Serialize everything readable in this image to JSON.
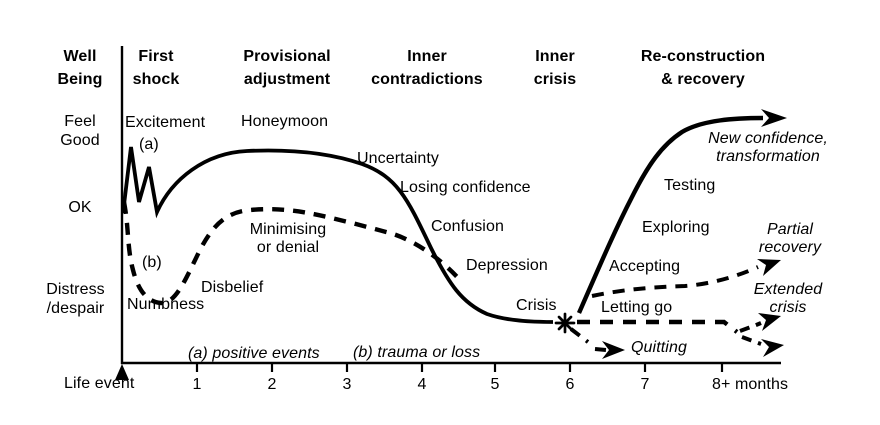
{
  "header": {
    "wellbeing": "Well\nBeing",
    "phases": [
      "First\nshock",
      "Provisional\nadjustment",
      "Inner\ncontradictions",
      "Inner\ncrisis",
      "Re-construction\n& recovery"
    ]
  },
  "y_levels": [
    "Feel\nGood",
    "OK",
    "Distress\n/despair"
  ],
  "curve_a": {
    "excitement": "Excitement",
    "marker": "(a)",
    "honeymoon": "Honeymoon",
    "uncertainty": "Uncertainty",
    "losing_confidence": "Losing confidence",
    "confusion": "Confusion",
    "depression": "Depression",
    "crisis": "Crisis",
    "testing": "Testing",
    "exploring": "Exploring",
    "accepting": "Accepting",
    "letting_go": "Letting go",
    "new_confidence": "New confidence,\ntransformation"
  },
  "curve_b": {
    "marker": "(b)",
    "numbness": "Numbness",
    "disbelief": "Disbelief",
    "minimising": "Minimising\nor denial",
    "partial_recovery": "Partial\nrecovery",
    "extended_crisis": "Extended\ncrisis",
    "quitting": "Quitting"
  },
  "legend": {
    "a": "(a) positive events",
    "b": "(b) trauma or loss"
  },
  "x_axis": {
    "origin": "Life event",
    "ticks": [
      "1",
      "2",
      "3",
      "4",
      "5",
      "6",
      "7"
    ],
    "end": "8+ months"
  },
  "colors": {
    "ink": "#000000",
    "background": "#ffffff"
  }
}
